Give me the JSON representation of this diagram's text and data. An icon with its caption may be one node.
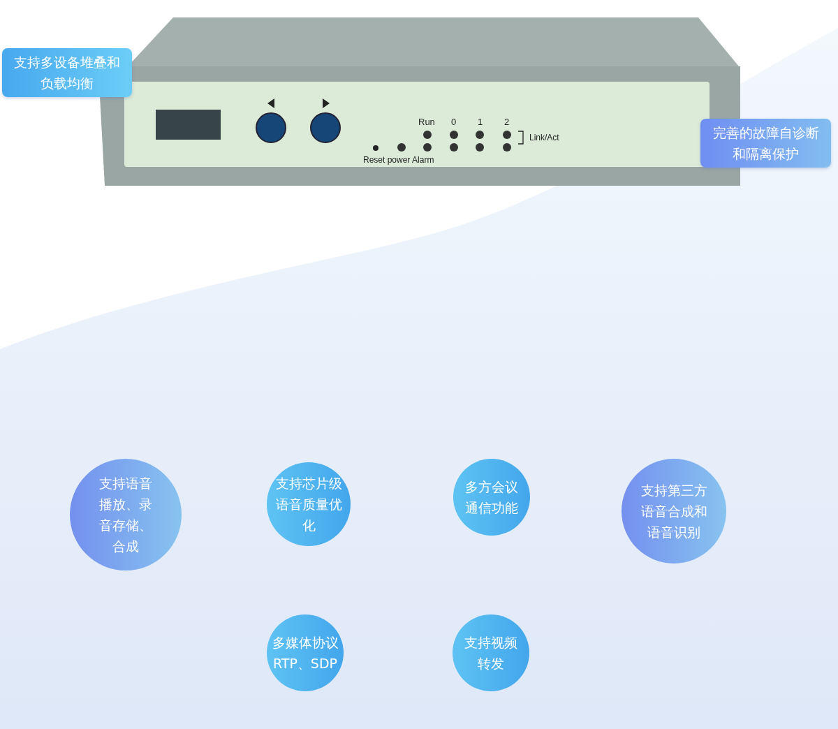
{
  "diagram": {
    "nodes": [
      {
        "text": [
          "支持多设备堆叠和负载均衡"
        ]
      },
      {
        "text": [
          "完善的故障自诊断和隔离保护"
        ]
      },
      {
        "text": [
          "支持语音播放、录音存储、合成"
        ]
      },
      {
        "text": [
          "支持芯片级语音质量优化"
        ]
      },
      {
        "text": [
          "多方会议通信功能"
        ]
      },
      {
        "text": [
          "支持第三方语音合成和语音识别"
        ]
      },
      {
        "text": [
          "多媒体协议RTP、SDP"
        ]
      },
      {
        "text": [
          "支持视频转发"
        ]
      }
    ],
    "labels": [
      "Run",
      "0",
      "1",
      "2",
      "Link/Act",
      "Reset power Alarm"
    ]
  }
}
